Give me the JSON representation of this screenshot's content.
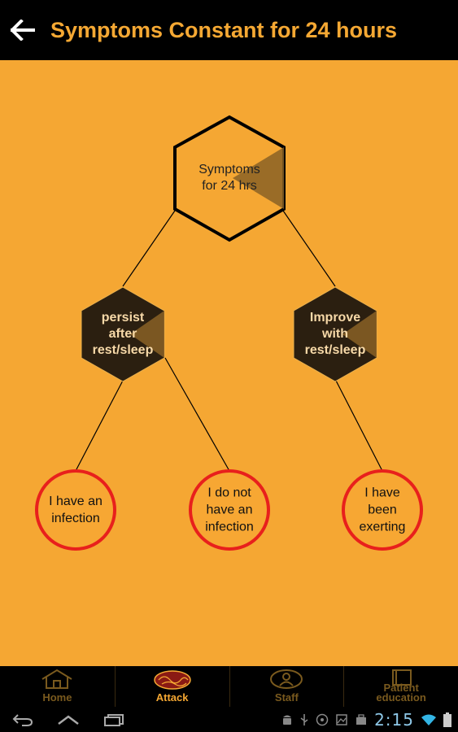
{
  "header": {
    "title": "Symptoms Constant for 24 hours",
    "back_icon": "arrow-left-icon"
  },
  "colors": {
    "background": "#f5a733",
    "accent": "#f5a833",
    "hex_fill": "#2b1f10",
    "circle_border": "#e8201c",
    "circle_fill": "#f7a733"
  },
  "flowchart": {
    "root": {
      "label": "Symptoms\nfor 24 hrs"
    },
    "decisions": [
      {
        "label": "persist\nafter\nrest/sleep"
      },
      {
        "label": "Improve\nwith\nrest/sleep"
      }
    ],
    "outcomes": [
      {
        "label": "I have an\ninfection"
      },
      {
        "label": "I do not\nhave an\ninfection"
      },
      {
        "label": "I have\nbeen\nexerting"
      }
    ]
  },
  "bottom_nav": {
    "items": [
      {
        "label": "Home",
        "icon": "home-icon",
        "active": false
      },
      {
        "label": "Attack",
        "icon": "brain-icon",
        "active": true
      },
      {
        "label": "Staff",
        "icon": "person-icon",
        "active": false
      },
      {
        "label": "Patient\neducation",
        "icon": "book-icon",
        "active": false
      }
    ]
  },
  "system_bar": {
    "time": "2:15",
    "icons": [
      "back-nav-icon",
      "home-nav-icon",
      "recents-nav-icon",
      "android-icon",
      "usb-icon",
      "notification-icon",
      "gallery-icon",
      "briefcase-icon",
      "wifi-icon",
      "battery-icon"
    ]
  }
}
